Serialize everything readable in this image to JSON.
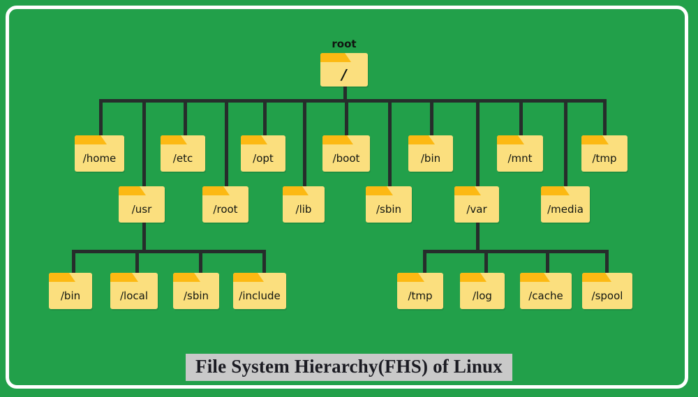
{
  "diagram": {
    "title": "File System Hierarchy(FHS) of Linux",
    "root_label": "root",
    "colors": {
      "background": "#22a04a",
      "frame": "#ffffff",
      "connector": "#262d2b",
      "folder_body": "#fbdf7e",
      "folder_tab": "#fcb913",
      "caption_background": "#c9c9c9",
      "text": "#111511"
    }
  },
  "nodes": {
    "root": {
      "label": "/"
    },
    "level1": [
      {
        "label": "/home"
      },
      {
        "label": "/etc"
      },
      {
        "label": "/opt"
      },
      {
        "label": "/boot"
      },
      {
        "label": "/bin"
      },
      {
        "label": "/mnt"
      },
      {
        "label": "/tmp"
      }
    ],
    "level2": [
      {
        "label": "/usr"
      },
      {
        "label": "/root"
      },
      {
        "label": "/lib"
      },
      {
        "label": "/sbin"
      },
      {
        "label": "/var"
      },
      {
        "label": "/media"
      }
    ],
    "usr_children": [
      {
        "label": "/bin"
      },
      {
        "label": "/local"
      },
      {
        "label": "/sbin"
      },
      {
        "label": "/include"
      }
    ],
    "var_children": [
      {
        "label": "/tmp"
      },
      {
        "label": "/log"
      },
      {
        "label": "/cache"
      },
      {
        "label": "/spool"
      }
    ]
  }
}
